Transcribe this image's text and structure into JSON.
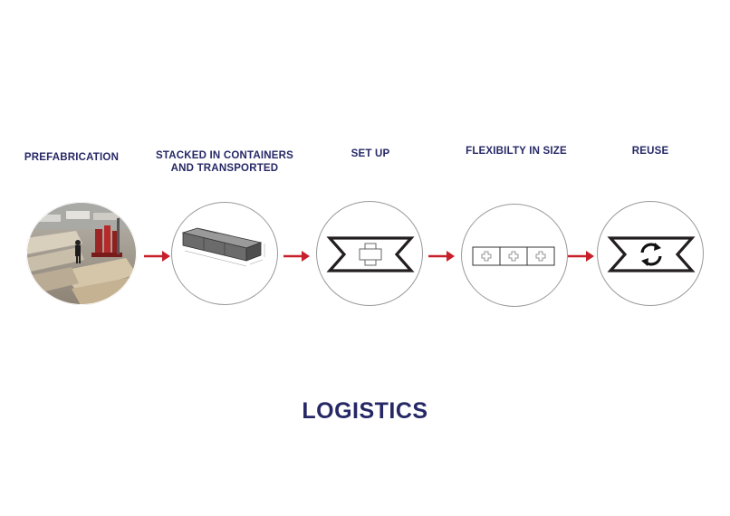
{
  "steps": [
    {
      "label": "PREFABRICATION",
      "icon": "factory-photo"
    },
    {
      "label_line1": "STACKED IN CONTAINERS",
      "label_line2": "AND TRANSPORTED",
      "icon": "container-stack-icon"
    },
    {
      "label": "SET UP",
      "icon": "plus-banner-icon"
    },
    {
      "label": "FLEXIBILTY IN SIZE",
      "icon": "modular-units-icon"
    },
    {
      "label": "REUSE",
      "icon": "recycle-banner-icon"
    }
  ],
  "title": "LOGISTICS",
  "colors": {
    "text": "#262866",
    "arrow": "#c8202a",
    "outline": "#231f20"
  }
}
